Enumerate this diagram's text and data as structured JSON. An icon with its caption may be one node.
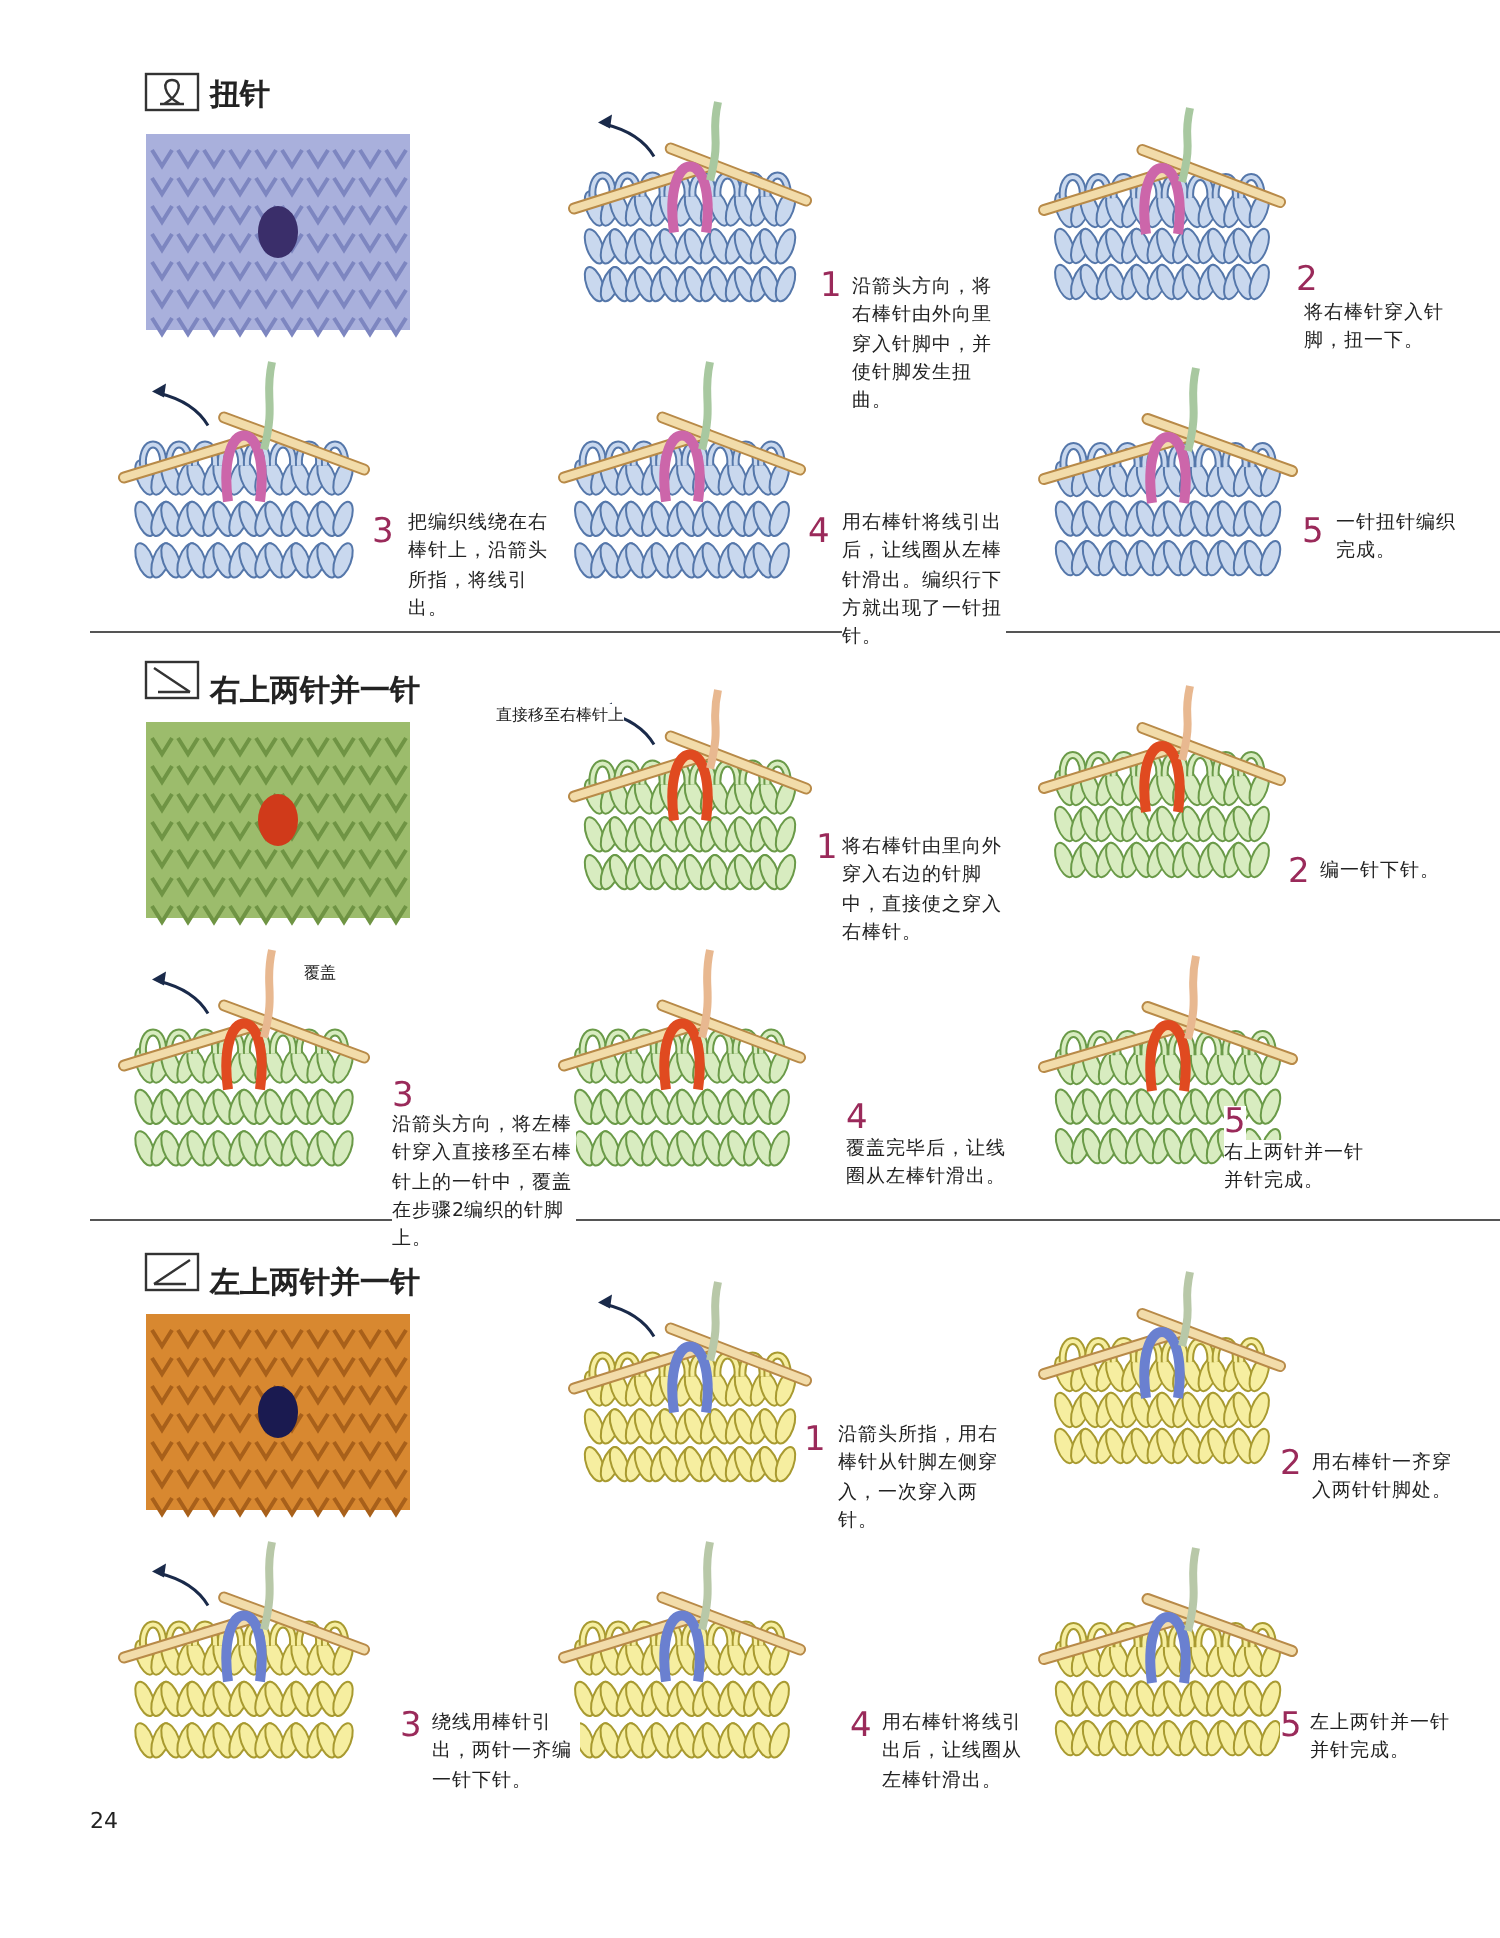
{
  "diagram": {
    "labels": [
      "扭针",
      "1",
      "沿箭头方向，将右棒针由外向里穿入针脚中，并使针脚发生扭曲。",
      "2",
      "将右棒针穿入针脚，扭一下。",
      "3",
      "把编织线绕在右棒针上，沿箭头所指，将线引出。",
      "4",
      "用右棒针将线引出后，让线圈从左棒针滑出。编织行下方就出现了一针扭针。",
      "5",
      "一针扭针编织完成。",
      "右上两针并一针",
      "直接移至右棒针上",
      "1",
      "将右棒针由里向外穿入右边的针脚中，直接使之穿入右棒针。",
      "2",
      "编一针下针。",
      "覆盖",
      "3",
      "沿箭头方向，将左棒针穿入直接移至右棒针上的一针中，覆盖在步骤2编织的针脚上。",
      "4",
      "覆盖完毕后，让线圈从左棒针滑出。",
      "5",
      "右上两针并一针并针完成。",
      "左上两针并一针",
      "1",
      "沿箭头所指，用右棒针从针脚左侧穿入，一次穿入两针。",
      "2",
      "用右棒针一齐穿入两针针脚处。",
      "3",
      "绕线用棒针引出，两针一齐编一针下针。",
      "4",
      "用右棒针将线引出后，让线圈从左棒针滑出。",
      "5",
      "左上两针并一针并针完成。",
      "24"
    ]
  }
}
